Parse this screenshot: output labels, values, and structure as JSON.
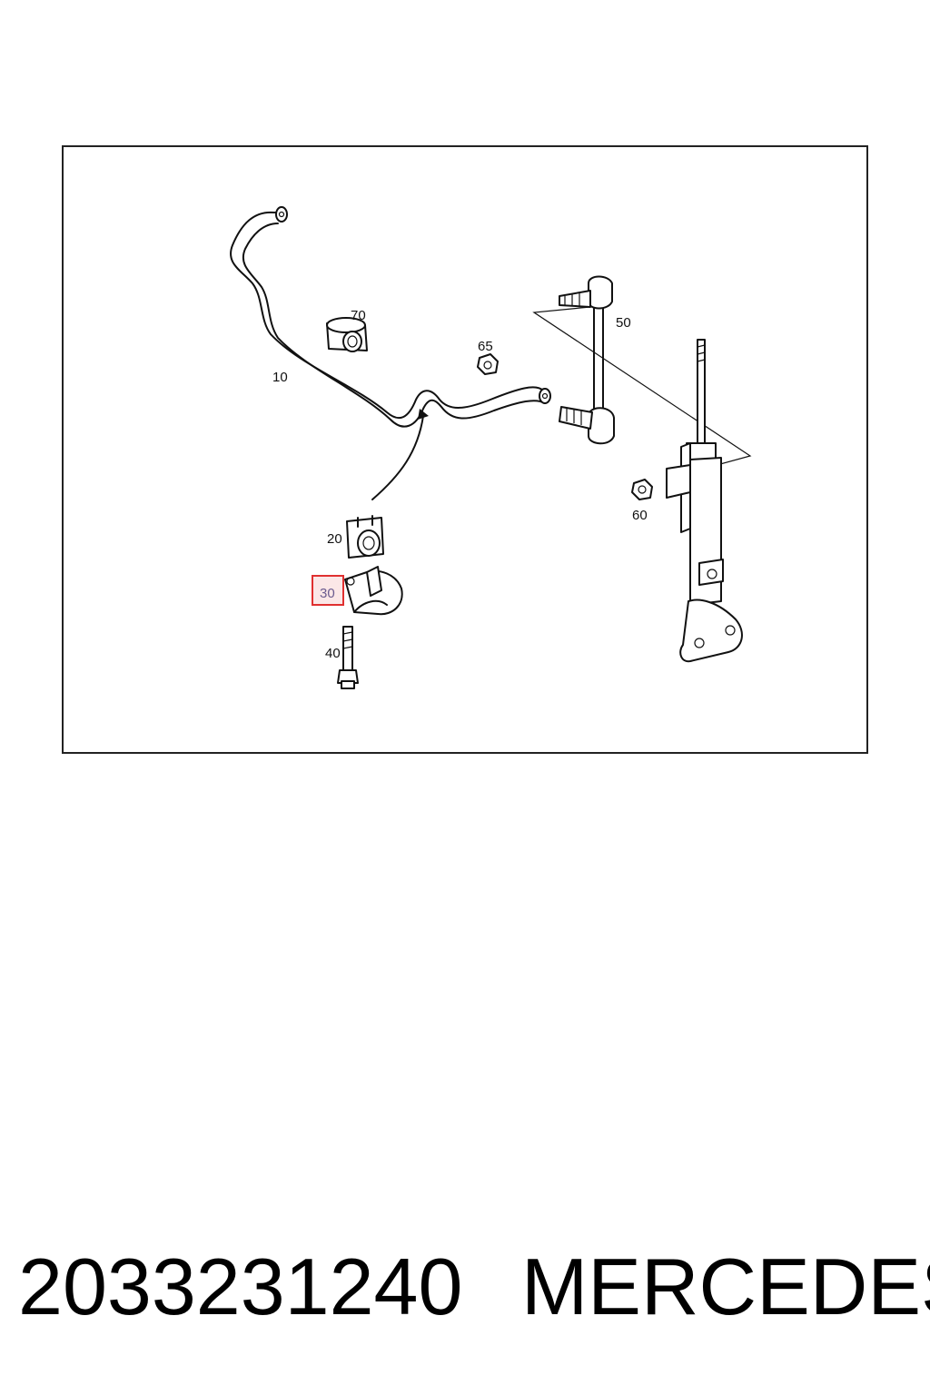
{
  "diagram": {
    "callouts": {
      "c10": "10",
      "c20": "20",
      "c30": "30",
      "c40": "40",
      "c50": "50",
      "c60": "60",
      "c65": "65",
      "c70": "70"
    },
    "highlighted_callout": "30",
    "highlight_color": "#e03030"
  },
  "footer": {
    "part_number": "2033231240",
    "brand": "MERCEDES"
  }
}
